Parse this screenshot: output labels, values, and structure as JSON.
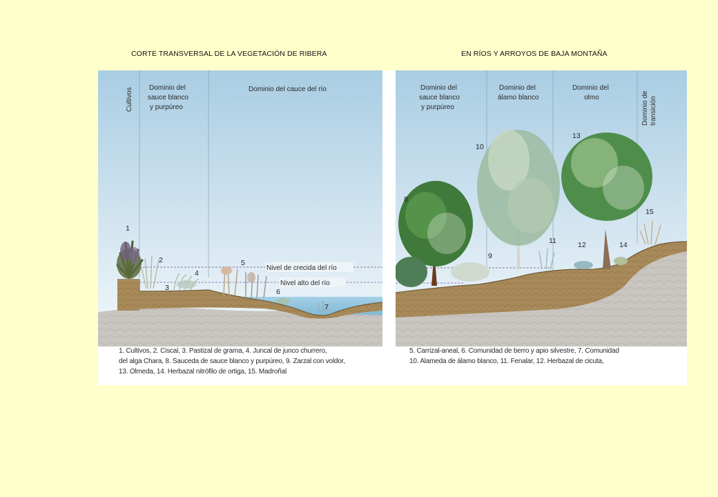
{
  "titles": {
    "left": "CORTE TRANSVERSAL  DE LA VEGETACIÓN DE RIBERA",
    "right": "EN RÍOS  Y ARROYOS  DE BAJA MONTAÑA"
  },
  "left_panel": {
    "zone_cultivos": "Cultivos",
    "zone_sauce": [
      "Dominio del",
      "sauce blanco",
      "y purpúreo"
    ],
    "zone_cauce": "Dominio del cauce del río",
    "level_flood": "Nivel de crecida del río",
    "level_high": "Nivel alto del río",
    "numbers": [
      "1",
      "2",
      "3",
      "4",
      "5",
      "6",
      "7"
    ]
  },
  "right_panel": {
    "zone_sauce": [
      "Dominio del",
      "sauce blanco",
      "y purpúreo"
    ],
    "zone_alamo": [
      "Dominio del",
      "álamo blanco"
    ],
    "zone_olmo": [
      "Dominio del",
      "olmo"
    ],
    "zone_transicion": [
      "Dominio de",
      "transición"
    ],
    "numbers": [
      "8",
      "9",
      "10",
      "11",
      "12",
      "13",
      "14",
      "15"
    ]
  },
  "legend": {
    "left_lines": [
      "1. Cultivos, 2. Ciscal, 3. Pastizal de grama, 4. Juncal de junco churrero,",
      "del alga Chara, 8. Sauceda de sauce blanco y purpúreo, 9. Zarzal con voldor,",
      "13. Olmeda, 14. Herbazal nitrófilo de ortiga, 15. Madroñal"
    ],
    "right_lines": [
      "5. Carrizal-aneal,  6. Comunidad de berro y apio silvestre, 7. Comunidad",
      "10. Alameda de álamo blanco, 11. Fenalar, 12. Herbazal de cicuta,"
    ]
  },
  "colors": {
    "sky_top": "#a9cde3",
    "sky_bottom": "#f4f8fb",
    "soil": "#a88a5a",
    "rock": "#c9c6c1",
    "water": "#8ec3dc",
    "page_bg": "#ffffcc"
  }
}
